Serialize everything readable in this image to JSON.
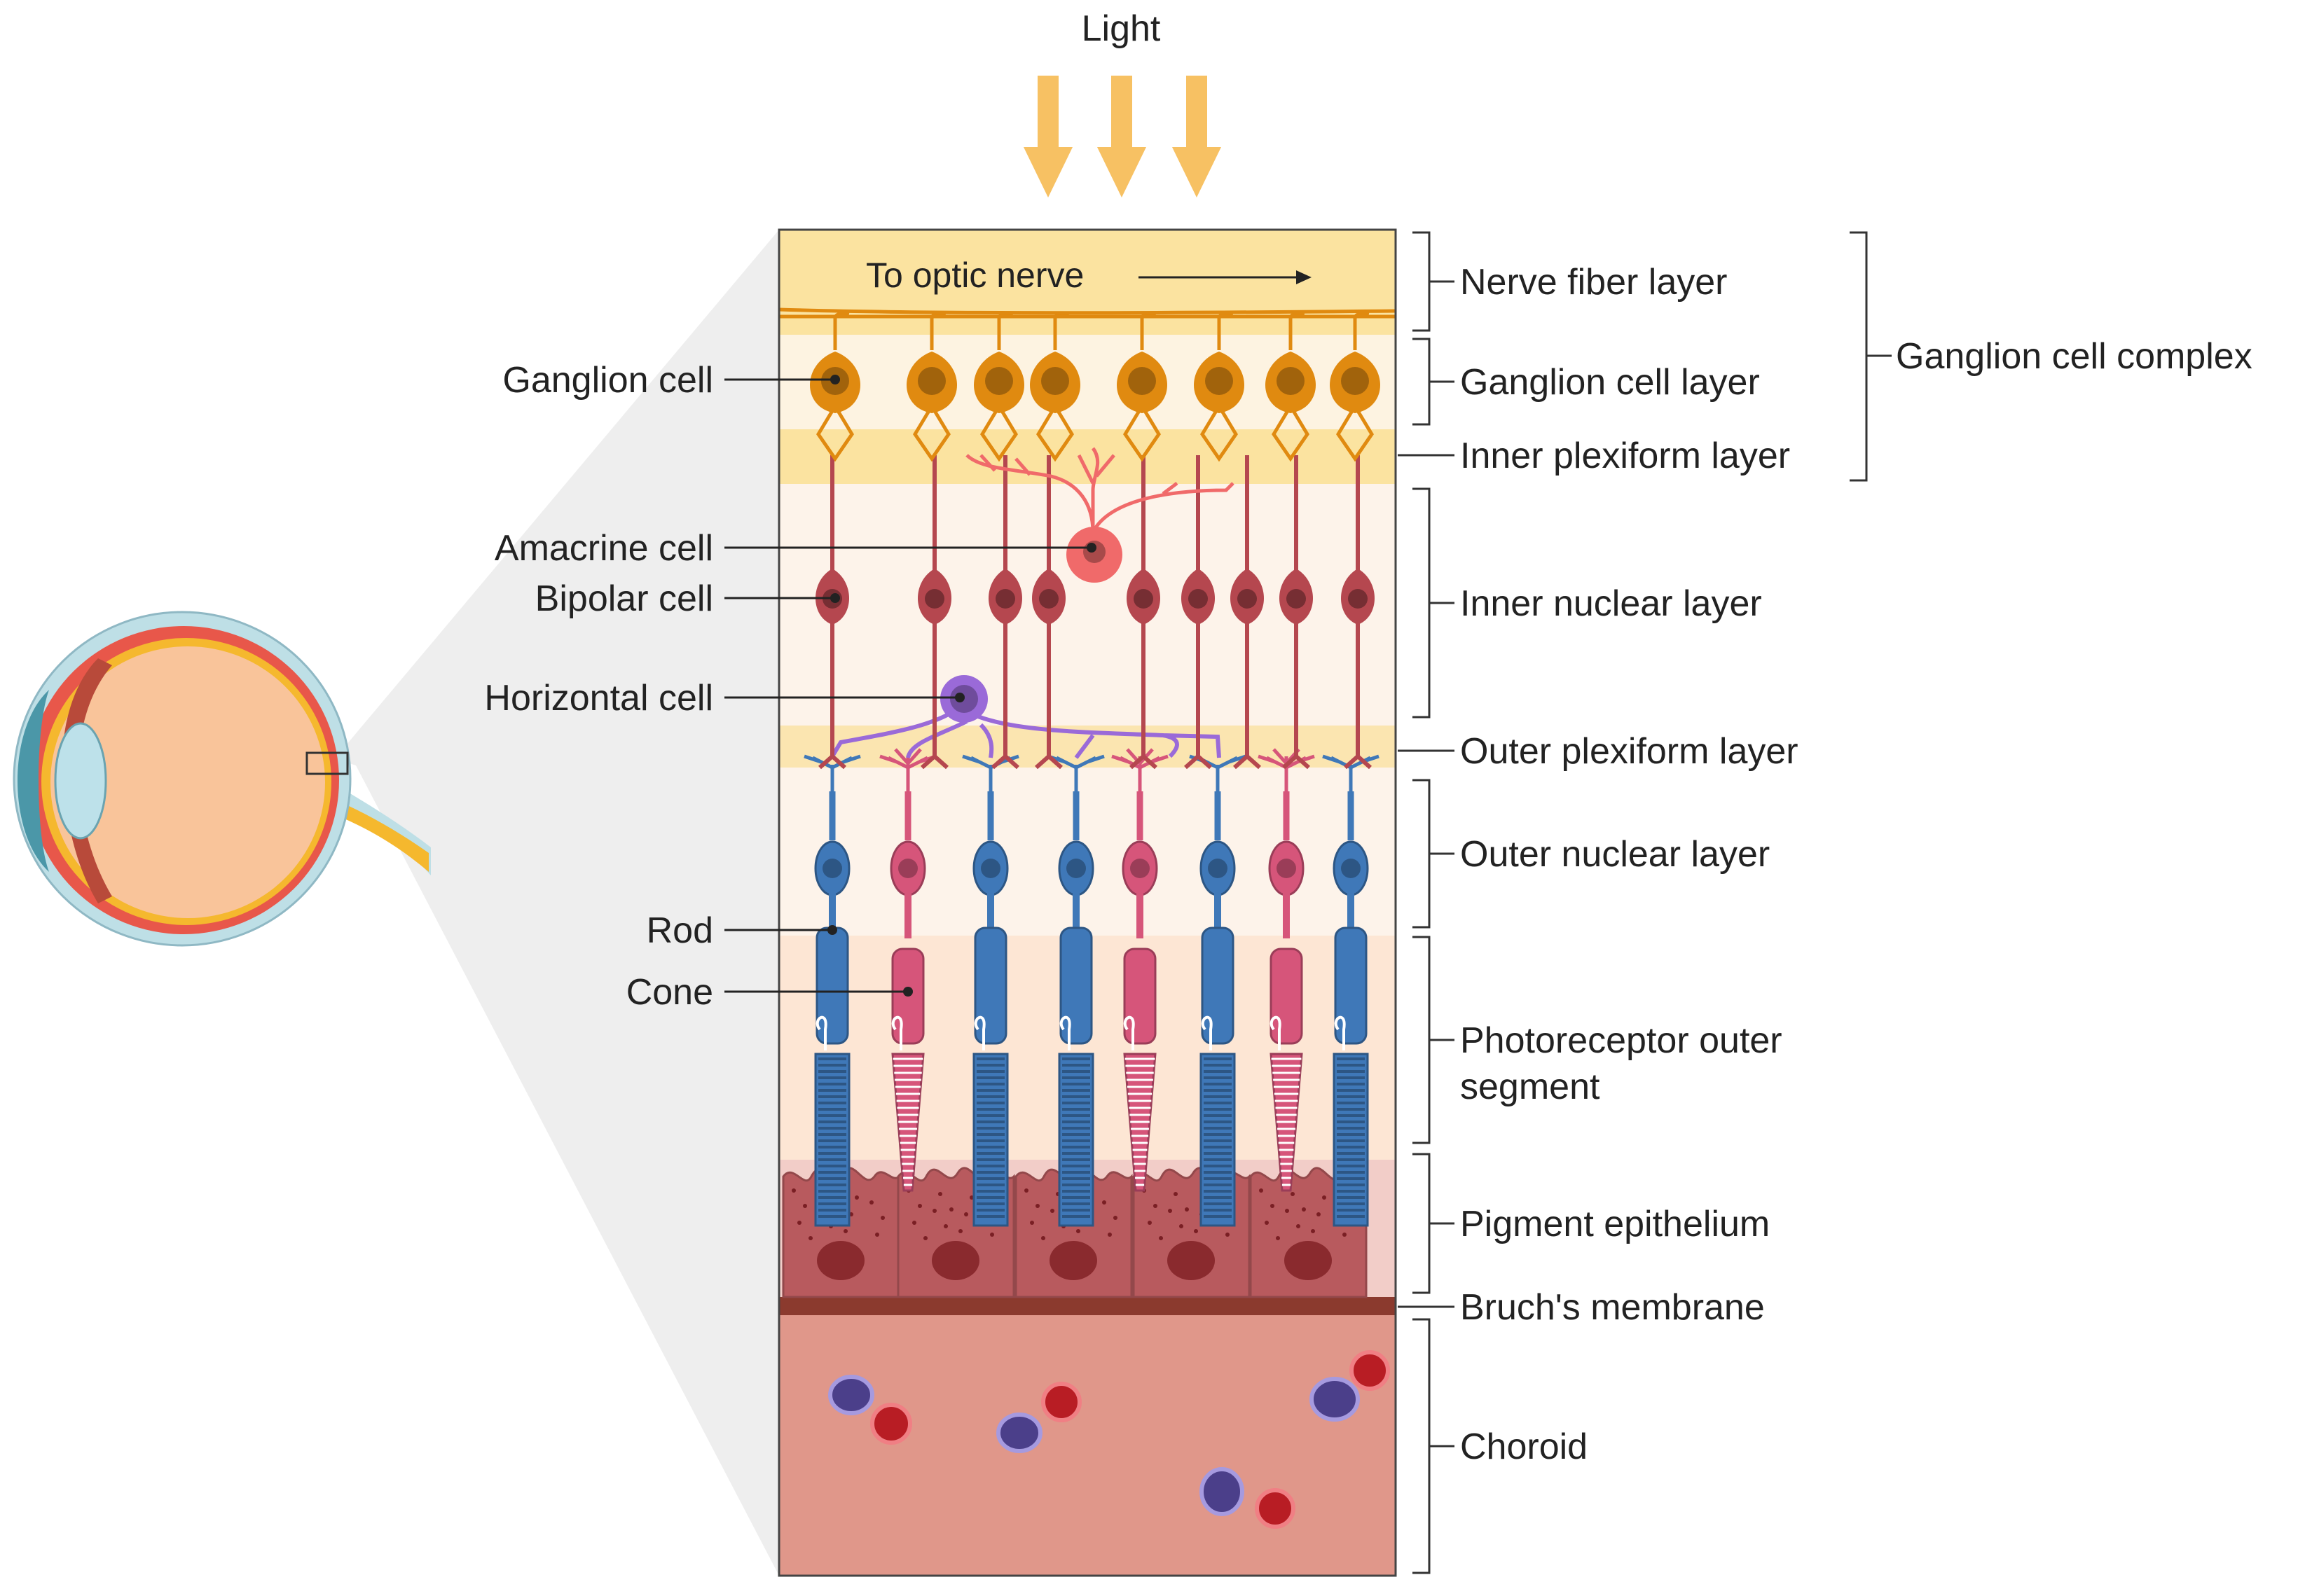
{
  "light_label": "Light",
  "optic_nerve_label": "To optic nerve",
  "cell_labels": {
    "ganglion": "Ganglion cell",
    "amacrine": "Amacrine cell",
    "bipolar": "Bipolar cell",
    "horizontal": "Horizontal cell",
    "rod": "Rod",
    "cone": "Cone"
  },
  "layers": {
    "nerve_fiber": "Nerve fiber layer",
    "ganglion_cell": "Ganglion cell layer",
    "inner_plexiform": "Inner plexiform layer",
    "inner_nuclear": "Inner nuclear layer",
    "outer_plexiform": "Outer plexiform layer",
    "outer_nuclear": "Outer nuclear layer",
    "photoreceptor_line1": "Photoreceptor outer",
    "photoreceptor_line2": "segment",
    "pigment_epithelium": "Pigment epithelium",
    "bruchs_membrane": "Bruch's membrane",
    "choroid": "Choroid"
  },
  "complex_label": "Ganglion cell complex",
  "colors": {
    "ganglion": "#e08a10",
    "bipolar": "#b5474f",
    "amacrine": "#f06a6a",
    "horizontal": "#9a6ad8",
    "rod": "#3f78b8",
    "cone": "#d6557a",
    "epithelium": "#b85a5e",
    "bruch": "#8b3a2e",
    "choroid": "#e0978a",
    "light_arrow": "#f7c163"
  }
}
